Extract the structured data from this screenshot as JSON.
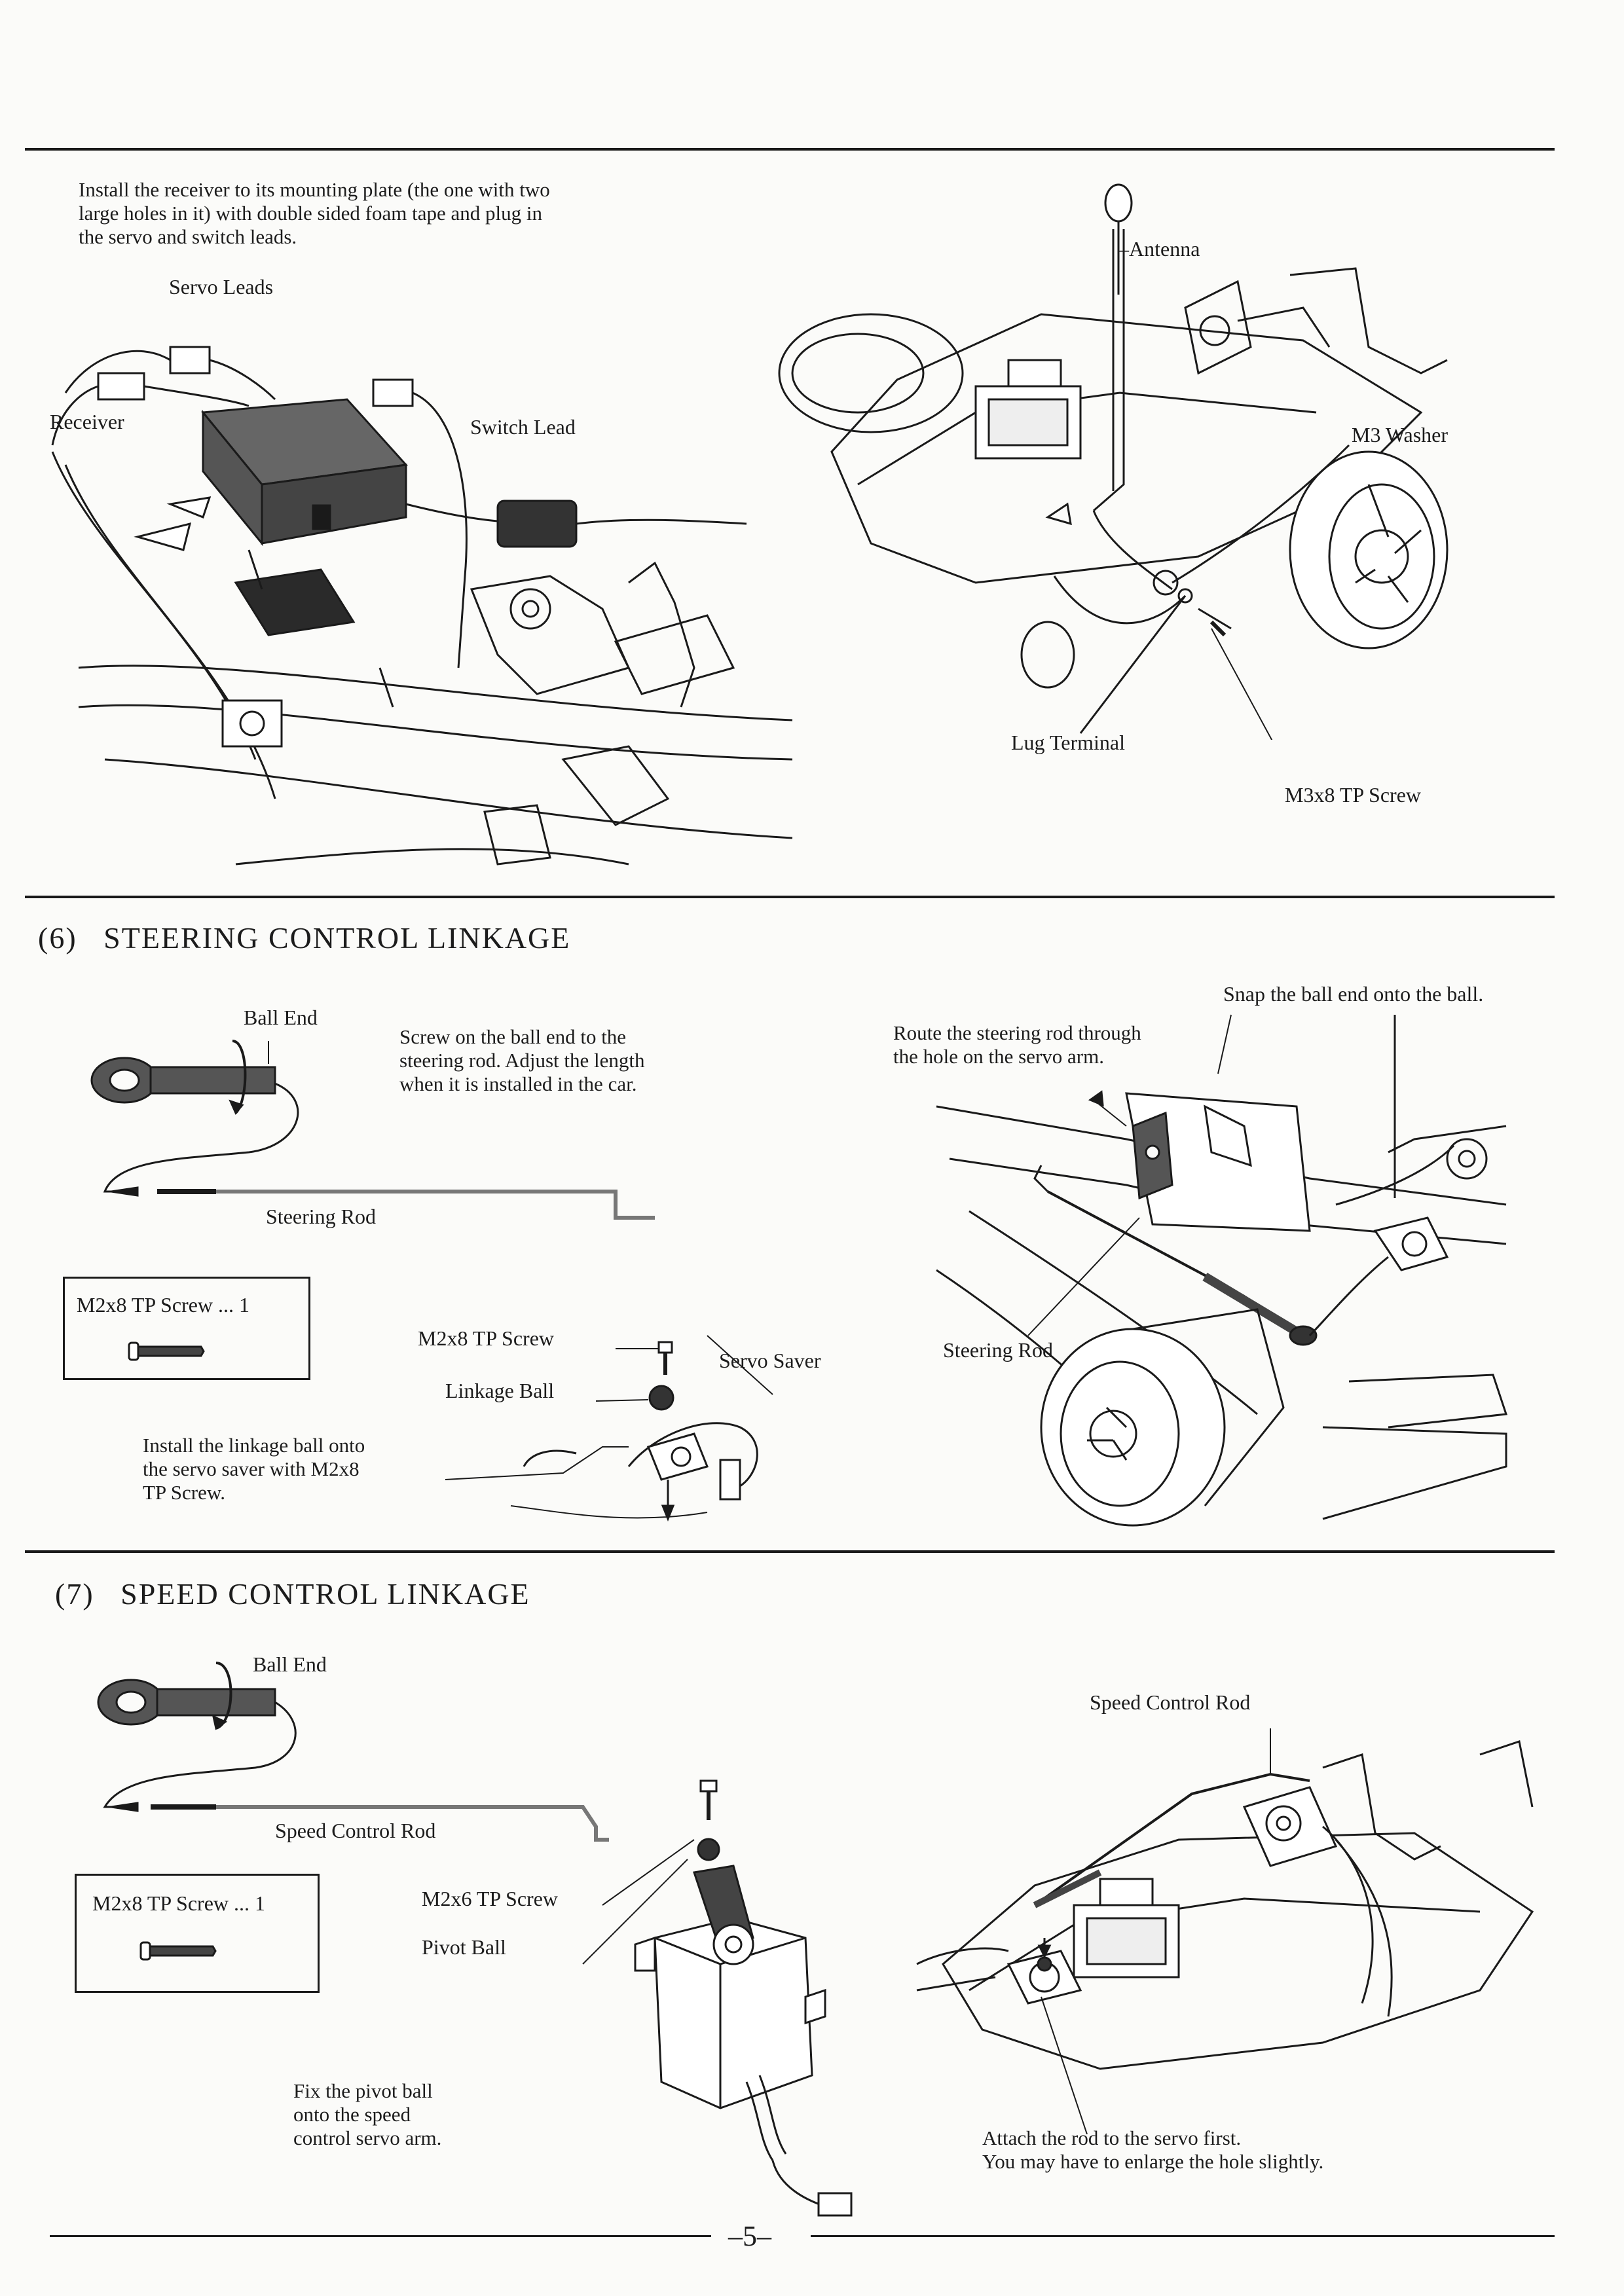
{
  "section5": {
    "instructions": "Install the receiver to its mounting plate (the one with two\nlarge holes in it)  with double sided foam tape and plug in\nthe servo and switch leads.",
    "labels": {
      "servo_leads": "Servo Leads",
      "receiver": "Receiver",
      "switch_lead": "Switch Lead",
      "antenna": "–Antenna",
      "m3_washer": "M3 Washer",
      "lug_terminal": "Lug Terminal",
      "m3x8_screw": "M3x8 TP Screw"
    }
  },
  "section6": {
    "heading_num": "(6)",
    "heading_title": "STEERING CONTROL LINKAGE",
    "ball_end": "Ball End",
    "screw_instructions": "Screw on the ball end to the\nsteering rod. Adjust the length\nwhen it is installed in the car.",
    "steering_rod": "Steering Rod",
    "parts_box": "M2x8 TP Screw ... 1",
    "m2x8_screw": "M2x8 TP Screw",
    "linkage_ball": "Linkage  Ball",
    "servo_saver": "Servo Saver",
    "install_ball": "Install the linkage ball onto\nthe servo saver with M2x8\nTP Screw.",
    "snap_note": "Snap the ball end onto the ball.",
    "route_note": "Route the steering rod through\nthe hole on the servo arm.",
    "steering_rod_car": "Steering Rod"
  },
  "section7": {
    "heading_num": "(7)",
    "heading_title": "SPEED CONTROL LINKAGE",
    "ball_end": "Ball End",
    "speed_rod": "Speed Control Rod",
    "parts_box": "M2x8 TP Screw ... 1",
    "m2x6_screw": "M2x6 TP Screw",
    "pivot_ball": "Pivot Ball",
    "fix_note": "Fix the pivot ball\nonto the speed\ncontrol servo arm.",
    "speed_rod_car": "Speed Control Rod",
    "attach_note": "Attach the rod to the servo first.\nYou may have to enlarge the hole slightly."
  },
  "footer": {
    "page_number": "–5–"
  }
}
